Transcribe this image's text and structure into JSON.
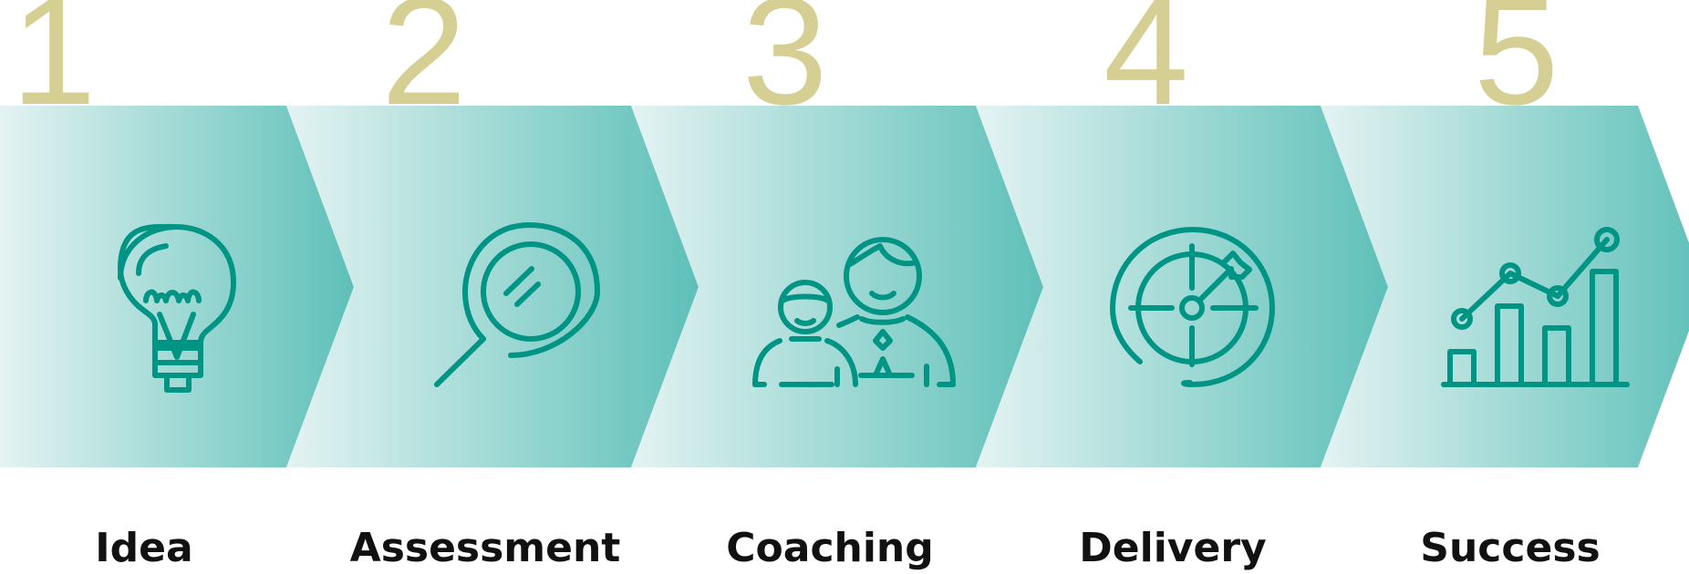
{
  "colors": {
    "arrow_light": "#e4f3f2",
    "arrow_dark": "#5ec0b9",
    "number": "#d6cf93",
    "icon": "#009485",
    "label": "#111111"
  },
  "steps": [
    {
      "number": "1",
      "label": "Idea",
      "icon": "lightbulb-icon"
    },
    {
      "number": "2",
      "label": "Assessment",
      "icon": "magnifier-icon"
    },
    {
      "number": "3",
      "label": "Coaching",
      "icon": "mentor-people-icon"
    },
    {
      "number": "4",
      "label": "Delivery",
      "icon": "target-dart-icon"
    },
    {
      "number": "5",
      "label": "Success",
      "icon": "growth-chart-icon"
    }
  ]
}
